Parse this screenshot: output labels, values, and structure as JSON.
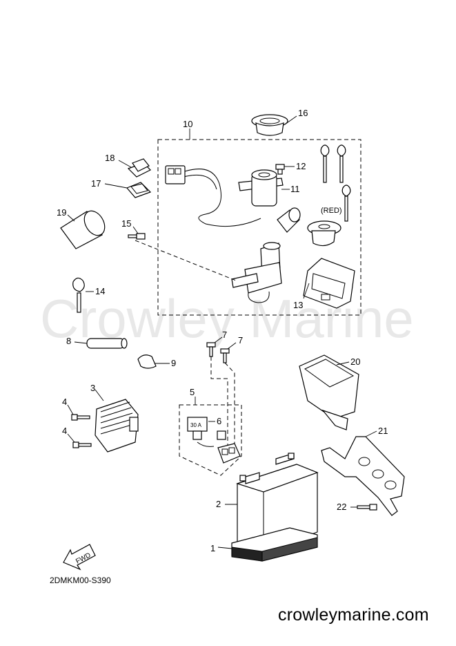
{
  "watermark": "Crowley Marine",
  "diagram_code": "2DMKM00-S390",
  "site": "crowleymarine.com",
  "fwd_label": "FWD",
  "fuse_label": "30 A",
  "red_note": "(RED)",
  "callouts": {
    "c1": "1",
    "c2": "2",
    "c3": "3",
    "c4a": "4",
    "c4b": "4",
    "c5": "5",
    "c6": "6",
    "c7a": "7",
    "c7b": "7",
    "c8": "8",
    "c9": "9",
    "c10": "10",
    "c11": "11",
    "c12": "12",
    "c13": "13",
    "c14": "14",
    "c15": "15",
    "c16": "16",
    "c17": "17",
    "c18": "18",
    "c19": "19",
    "c20": "20",
    "c21": "21",
    "c22": "22"
  }
}
